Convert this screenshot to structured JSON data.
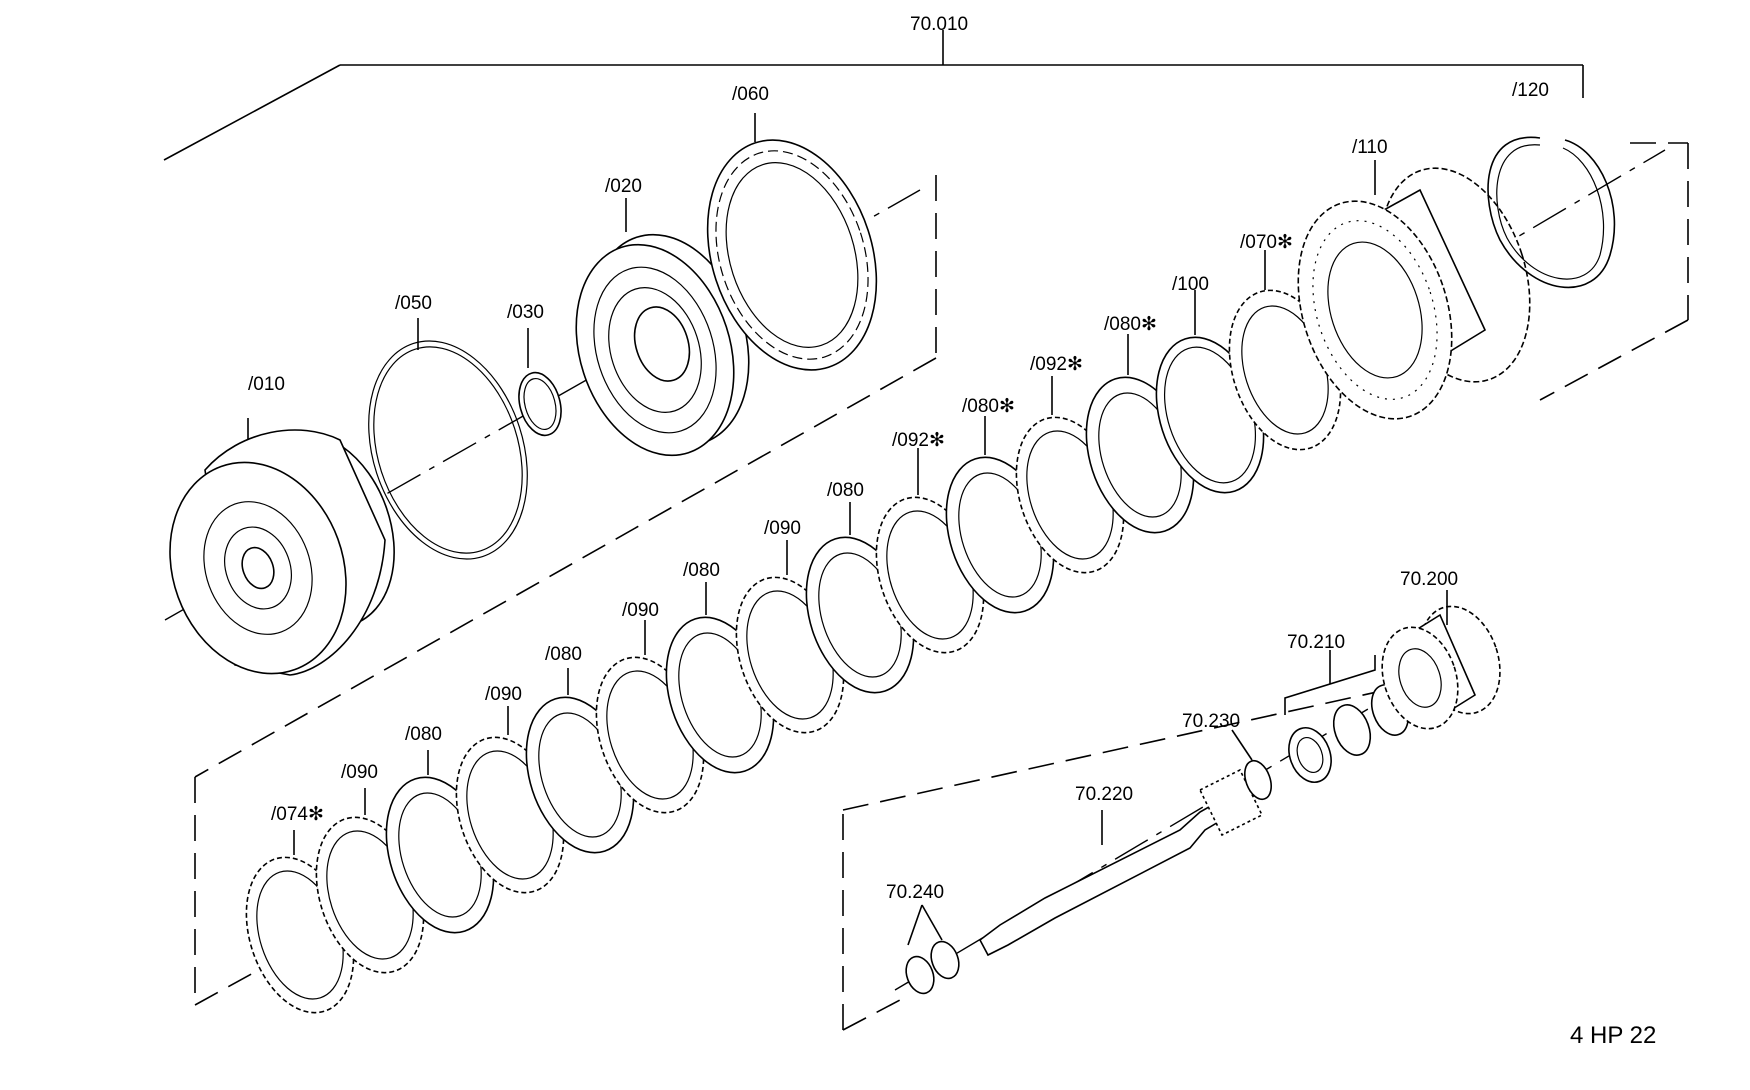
{
  "labels": {
    "assembly": "70.010",
    "p010": "/010",
    "p020": "/020",
    "p030": "/030",
    "p050": "/050",
    "p060": "/060",
    "p070": "/070",
    "p074": "/074",
    "p080": "/080",
    "p090": "/090",
    "p092": "/092",
    "p100": "/100",
    "p110": "/110",
    "p120": "/120",
    "a200": "70.200",
    "a210": "70.210",
    "a220": "70.220",
    "a230": "70.230",
    "a240": "70.240"
  },
  "star": "✻",
  "model": "4 HP 22"
}
